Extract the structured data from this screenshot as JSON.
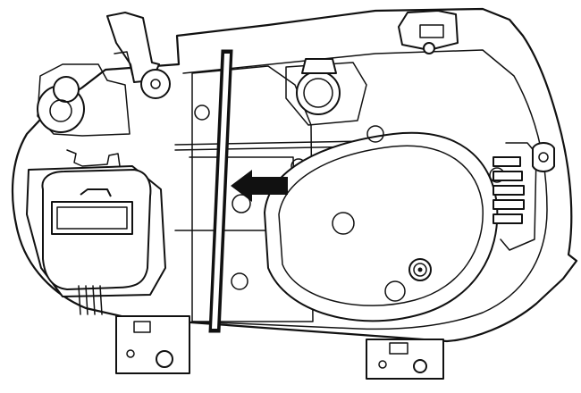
{
  "figure": {
    "subject": "headlamp-housing-rear-view",
    "background_color": "#ffffff",
    "line_color": "#111111",
    "callouts": {
      "arrow": {
        "direction": "left",
        "color": "#111111"
      },
      "highlight_bar": {
        "orientation": "vertical",
        "color": "#111111"
      }
    }
  }
}
